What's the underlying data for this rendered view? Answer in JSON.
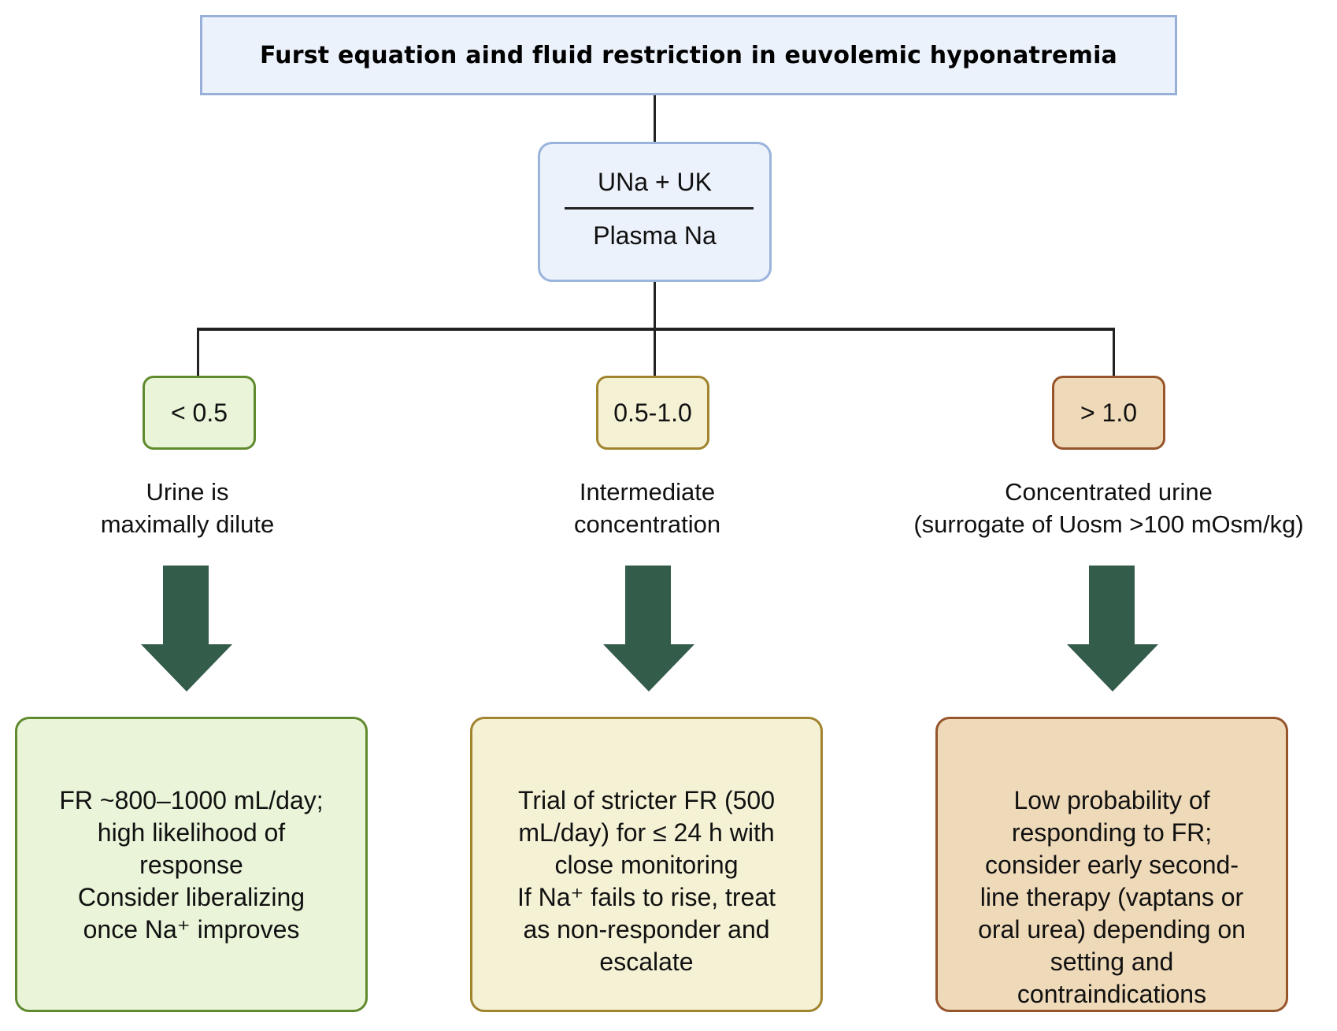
{
  "title": "Furst equation aind fluid restriction in euvolemic hyponatremia",
  "formula": {
    "numerator": "UNa + UK",
    "denominator": "Plasma Na"
  },
  "colors": {
    "title_bg": "#ecf2fb",
    "title_border": "#98b0d8",
    "connector": "#222222",
    "arrow": "#345c4b"
  },
  "branches": [
    {
      "threshold": "< 0.5",
      "description_line1": "Urine is",
      "description_line2": "maximally dilute",
      "recommendation": "FR ~800–1000 mL/day;\nhigh likelihood of\nresponse \nConsider liberalizing\nonce Na⁺ improves",
      "fill": "#e9f4d8",
      "border": "#5f8a2e"
    },
    {
      "threshold": "0.5-1.0",
      "description_line1": "Intermediate",
      "description_line2": "concentration",
      "recommendation": "Trial of stricter FR (500\nmL/day) for ≤ 24 h with\nclose monitoring \nIf Na⁺ fails to rise, treat\nas non-responder and\nescalate",
      "fill": "#f4f1d5",
      "border": "#a0842e"
    },
    {
      "threshold": "> 1.0",
      "description_line1": "Concentrated urine",
      "description_line2": "(surrogate of Uosm >100 mOsm/kg)",
      "recommendation": "Low probability of\nresponding to FR;\nconsider early second-\nline therapy (vaptans or\noral urea) depending on\nsetting and\ncontraindications",
      "fill": "#eed9b8",
      "border": "#96552a"
    }
  ],
  "icons": [
    "down-arrow-icon",
    "down-arrow-icon",
    "down-arrow-icon"
  ]
}
